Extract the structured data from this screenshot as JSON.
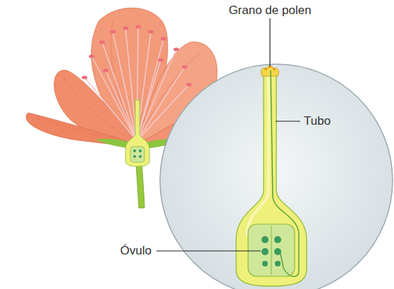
{
  "diagram": {
    "labels": [
      "Grano de polen",
      "Tubo",
      "Óvulo"
    ]
  }
}
